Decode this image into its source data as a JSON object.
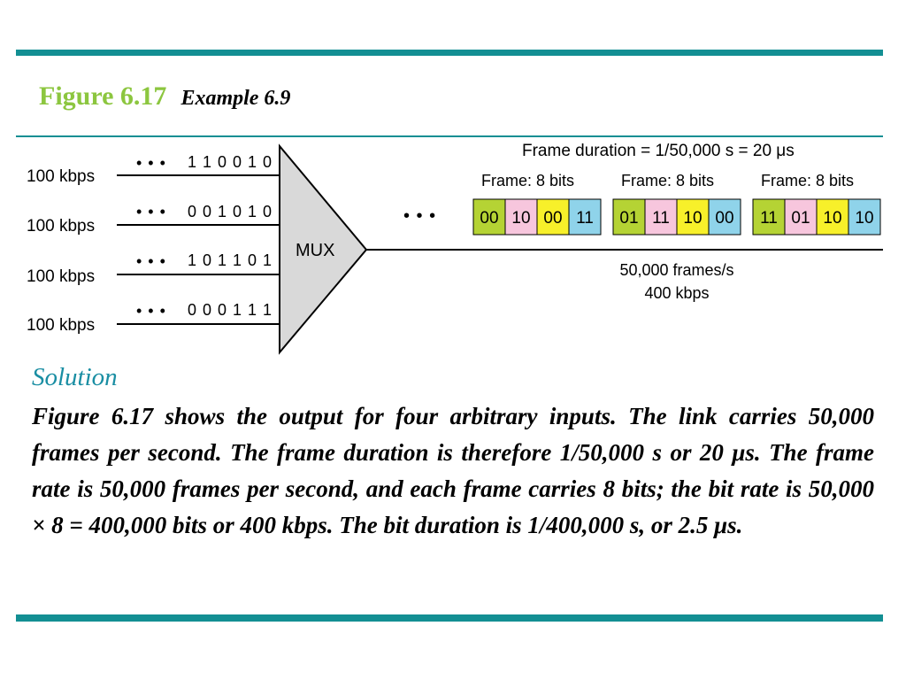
{
  "figure": {
    "number": "Figure 6.17",
    "subtitle": "Example 6.9"
  },
  "diagram": {
    "inputs": [
      {
        "rate": "100 kbps",
        "bits": "1 1 0 0 1 0"
      },
      {
        "rate": "100 kbps",
        "bits": "0 0 1 0 1 0"
      },
      {
        "rate": "100 kbps",
        "bits": "1 0 1 1 0 1"
      },
      {
        "rate": "100 kbps",
        "bits": "0 0 0 1 1 1"
      }
    ],
    "ellipsis": "• • •",
    "mux_label": "MUX",
    "frame_duration": "Frame duration = 1/50,000 s = 20 μs",
    "frames": [
      {
        "label": "Frame: 8 bits",
        "slots": [
          "00",
          "10",
          "00",
          "11"
        ]
      },
      {
        "label": "Frame: 8 bits",
        "slots": [
          "01",
          "11",
          "10",
          "00"
        ]
      },
      {
        "label": "Frame: 8 bits",
        "slots": [
          "11",
          "01",
          "10",
          "10"
        ]
      }
    ],
    "slot_colors": [
      "#b5d334",
      "#f7c6dd",
      "#f7f02a",
      "#8fd3ea"
    ],
    "output_rate_frames": "50,000 frames/s",
    "output_rate_bits": "400 kbps",
    "accent_color": "#138f93"
  },
  "solution": {
    "heading": "Solution",
    "text": "Figure 6.17 shows the output for four arbitrary inputs. The link carries 50,000 frames per second. The frame duration is therefore 1/50,000 s or 20 μs. The frame rate is 50,000 frames per second, and each frame carries 8 bits; the bit rate is 50,000 × 8 = 400,000 bits or 400 kbps. The bit duration is 1/400,000 s, or 2.5 μs."
  }
}
